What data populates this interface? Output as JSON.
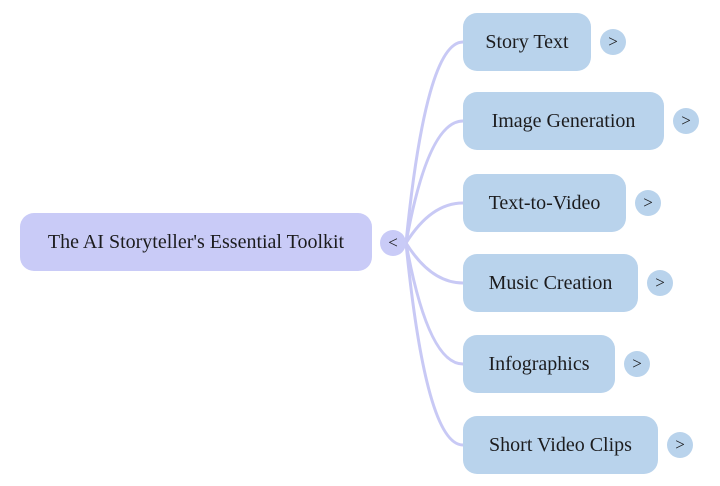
{
  "root": {
    "label": "The AI Storyteller's Essential Toolkit"
  },
  "children": [
    {
      "label": "Story Text"
    },
    {
      "label": "Image Generation"
    },
    {
      "label": "Text-to-Video"
    },
    {
      "label": "Music Creation"
    },
    {
      "label": "Infographics"
    },
    {
      "label": "Short Video Clips"
    }
  ],
  "controls": {
    "collapse_glyph": "<",
    "expand_glyph": ">"
  },
  "colors": {
    "root_fill": "#c9cbf7",
    "child_fill": "#b9d3ec",
    "connector": "#c8c9f5",
    "text": "#1c1c1e",
    "background": "#ffffff"
  }
}
